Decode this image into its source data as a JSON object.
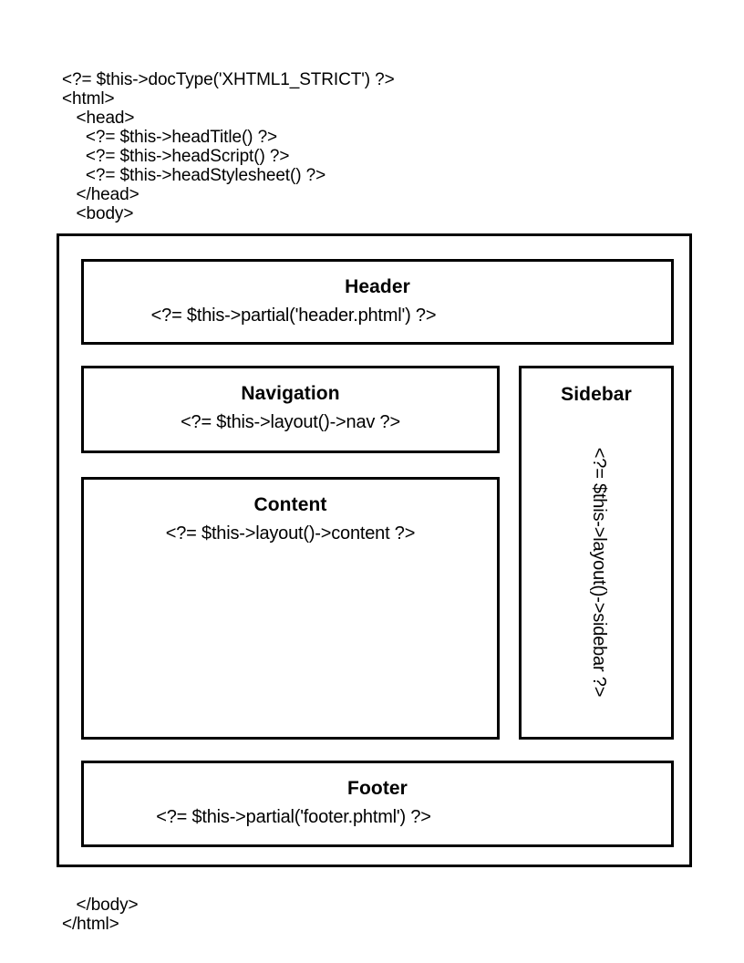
{
  "scaffold": {
    "top": "<?= $this->docType('XHTML1_STRICT') ?>\n<html>\n   <head>\n     <?= $this->headTitle() ?>\n     <?= $this->headScript() ?>\n     <?= $this->headStylesheet() ?>\n   </head>\n   <body>",
    "bottom": "   </body>\n</html>"
  },
  "diagram": {
    "regions": {
      "header": {
        "title": "Header",
        "code": "<?= $this->partial('header.phtml') ?>"
      },
      "navigation": {
        "title": "Navigation",
        "code": "<?= $this->layout()->nav ?>"
      },
      "content": {
        "title": "Content",
        "code": "<?= $this->layout()->content ?>"
      },
      "sidebar": {
        "title": "Sidebar",
        "code": "<?= $this->layout()->sidebar ?>"
      },
      "footer": {
        "title": "Footer",
        "code": "<?= $this->partial('footer.phtml') ?>"
      }
    }
  },
  "colors": {
    "stroke": "#000000",
    "background": "#ffffff",
    "text": "#000000"
  }
}
